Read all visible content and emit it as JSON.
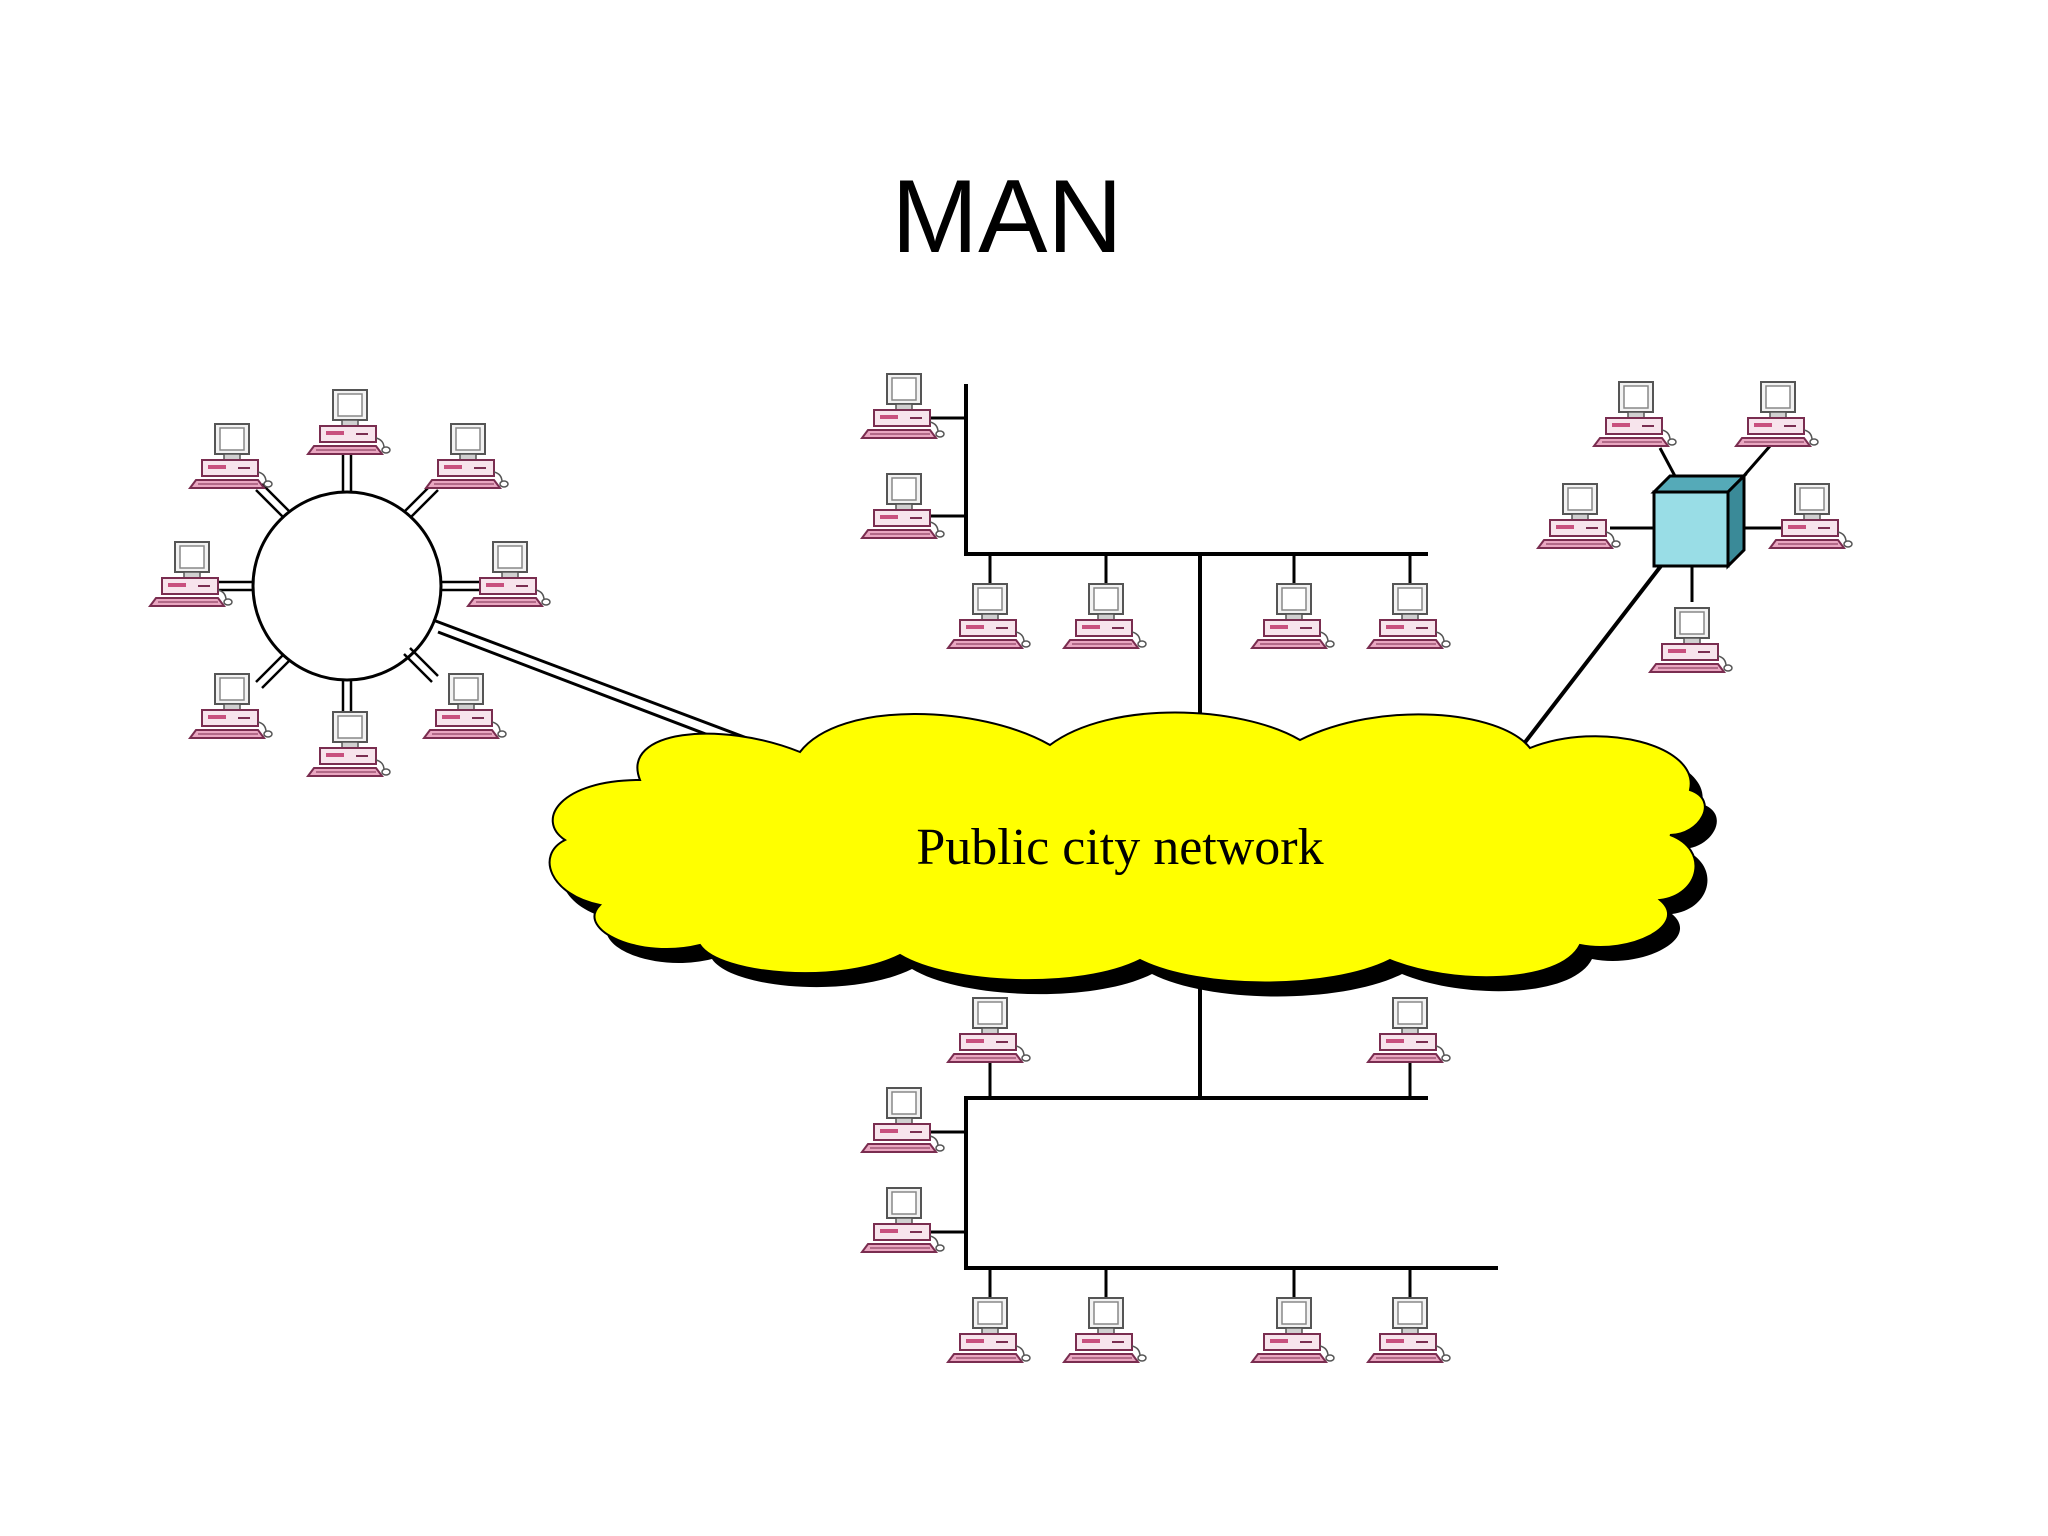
{
  "slide": {
    "title": "MAN"
  },
  "diagram": {
    "cloud_label": "Public city network",
    "colors": {
      "cloud_fill": "#ffff00",
      "switch_fill": "#99dde6",
      "computer_trim": "#c8507e",
      "line": "#000000"
    },
    "icons": {
      "computer": "computer-icon",
      "switch": "switch-box-icon",
      "ring": "ring-network-icon"
    },
    "topologies": [
      {
        "name": "ring-lan",
        "computers": 8
      },
      {
        "name": "bus-lan-top",
        "computers": 6
      },
      {
        "name": "star-lan",
        "computers": 5
      },
      {
        "name": "bus-lan-bottom",
        "computers": 8
      }
    ]
  }
}
